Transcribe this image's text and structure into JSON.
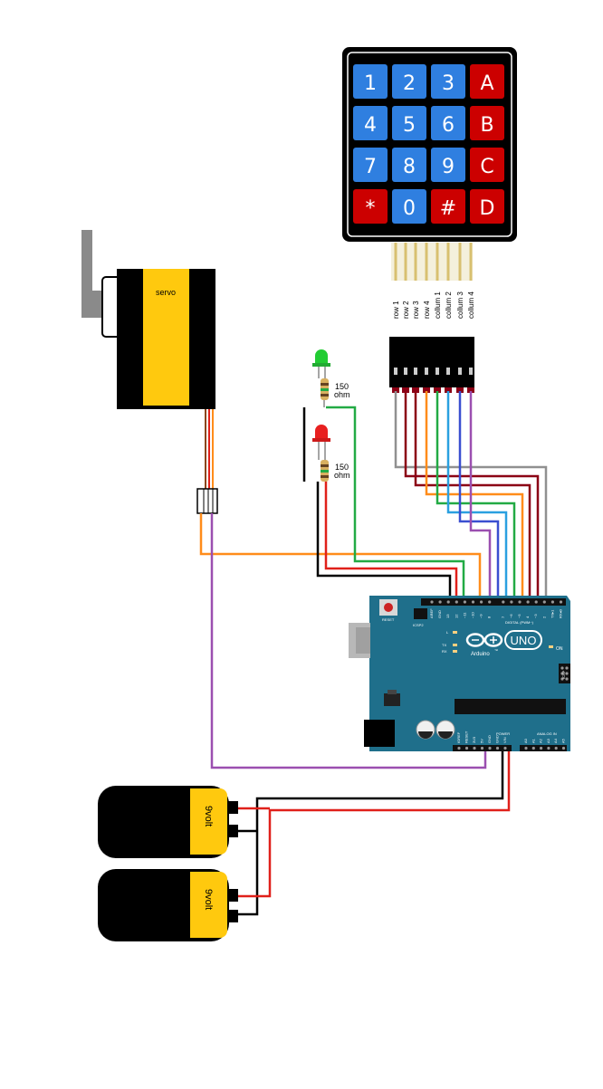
{
  "keypad": {
    "keys": [
      {
        "label": "1",
        "kind": "num"
      },
      {
        "label": "2",
        "kind": "num"
      },
      {
        "label": "3",
        "kind": "num"
      },
      {
        "label": "A",
        "kind": "letter"
      },
      {
        "label": "4",
        "kind": "num"
      },
      {
        "label": "5",
        "kind": "num"
      },
      {
        "label": "6",
        "kind": "num"
      },
      {
        "label": "B",
        "kind": "letter"
      },
      {
        "label": "7",
        "kind": "num"
      },
      {
        "label": "8",
        "kind": "num"
      },
      {
        "label": "9",
        "kind": "num"
      },
      {
        "label": "C",
        "kind": "letter"
      },
      {
        "label": "*",
        "kind": "letter"
      },
      {
        "label": "0",
        "kind": "num"
      },
      {
        "label": "#",
        "kind": "letter"
      },
      {
        "label": "D",
        "kind": "letter"
      }
    ],
    "pins": [
      "row 1",
      "row 2",
      "row 3",
      "row 4",
      "collum 1",
      "collum 2",
      "collum 3",
      "collum 4"
    ]
  },
  "servo": {
    "label": "servo"
  },
  "leds": [
    {
      "color": "green",
      "resistor": [
        "150",
        "ohm"
      ]
    },
    {
      "color": "red",
      "resistor": [
        "150",
        "ohm"
      ]
    }
  ],
  "batteries": [
    {
      "label": "9volt"
    },
    {
      "label": "9volt"
    }
  ],
  "arduino": {
    "reset_label": "RESET",
    "icsp2_label": "ICSP2",
    "brand": "Arduino",
    "tm": "™",
    "model": "UNO",
    "digital_label": "DIGITAL (PWM~)",
    "on_label": "ON",
    "icsp_label": "ICSP",
    "power_label": "POWER",
    "analog_label": "ANALOG IN",
    "led_l": "L",
    "led_tx": "TX",
    "led_rx": "RX",
    "header_labels": [
      "AREF",
      "GND",
      "13",
      "12",
      "~11",
      "~10",
      "~9",
      "8",
      "7",
      "~6",
      "~5",
      "4",
      "~3",
      "2",
      "TX▸1",
      "RX◂0"
    ],
    "power_pins": [
      "IOREF",
      "RESET",
      "3V3",
      "5V",
      "GND",
      "GND",
      "VIN"
    ],
    "analog_pins": [
      "A0",
      "A1",
      "A2",
      "A3",
      "A4",
      "A5"
    ]
  },
  "colors": {
    "key_blue": "#2f7fe0",
    "key_red": "#cc0000",
    "board": "#1f6f8b",
    "servo_yellow": "#ffc90e",
    "battery_yellow": "#ffc90e",
    "wire_orange": "#ff8c1a",
    "wire_purple": "#9b4fb0",
    "wire_red": "#e0201a",
    "wire_green": "#22aa44",
    "wire_gray": "#909090",
    "wire_darkred": "#8b0015",
    "wire_blue": "#3a4fd0",
    "wire_cyan": "#2aa0e0"
  }
}
